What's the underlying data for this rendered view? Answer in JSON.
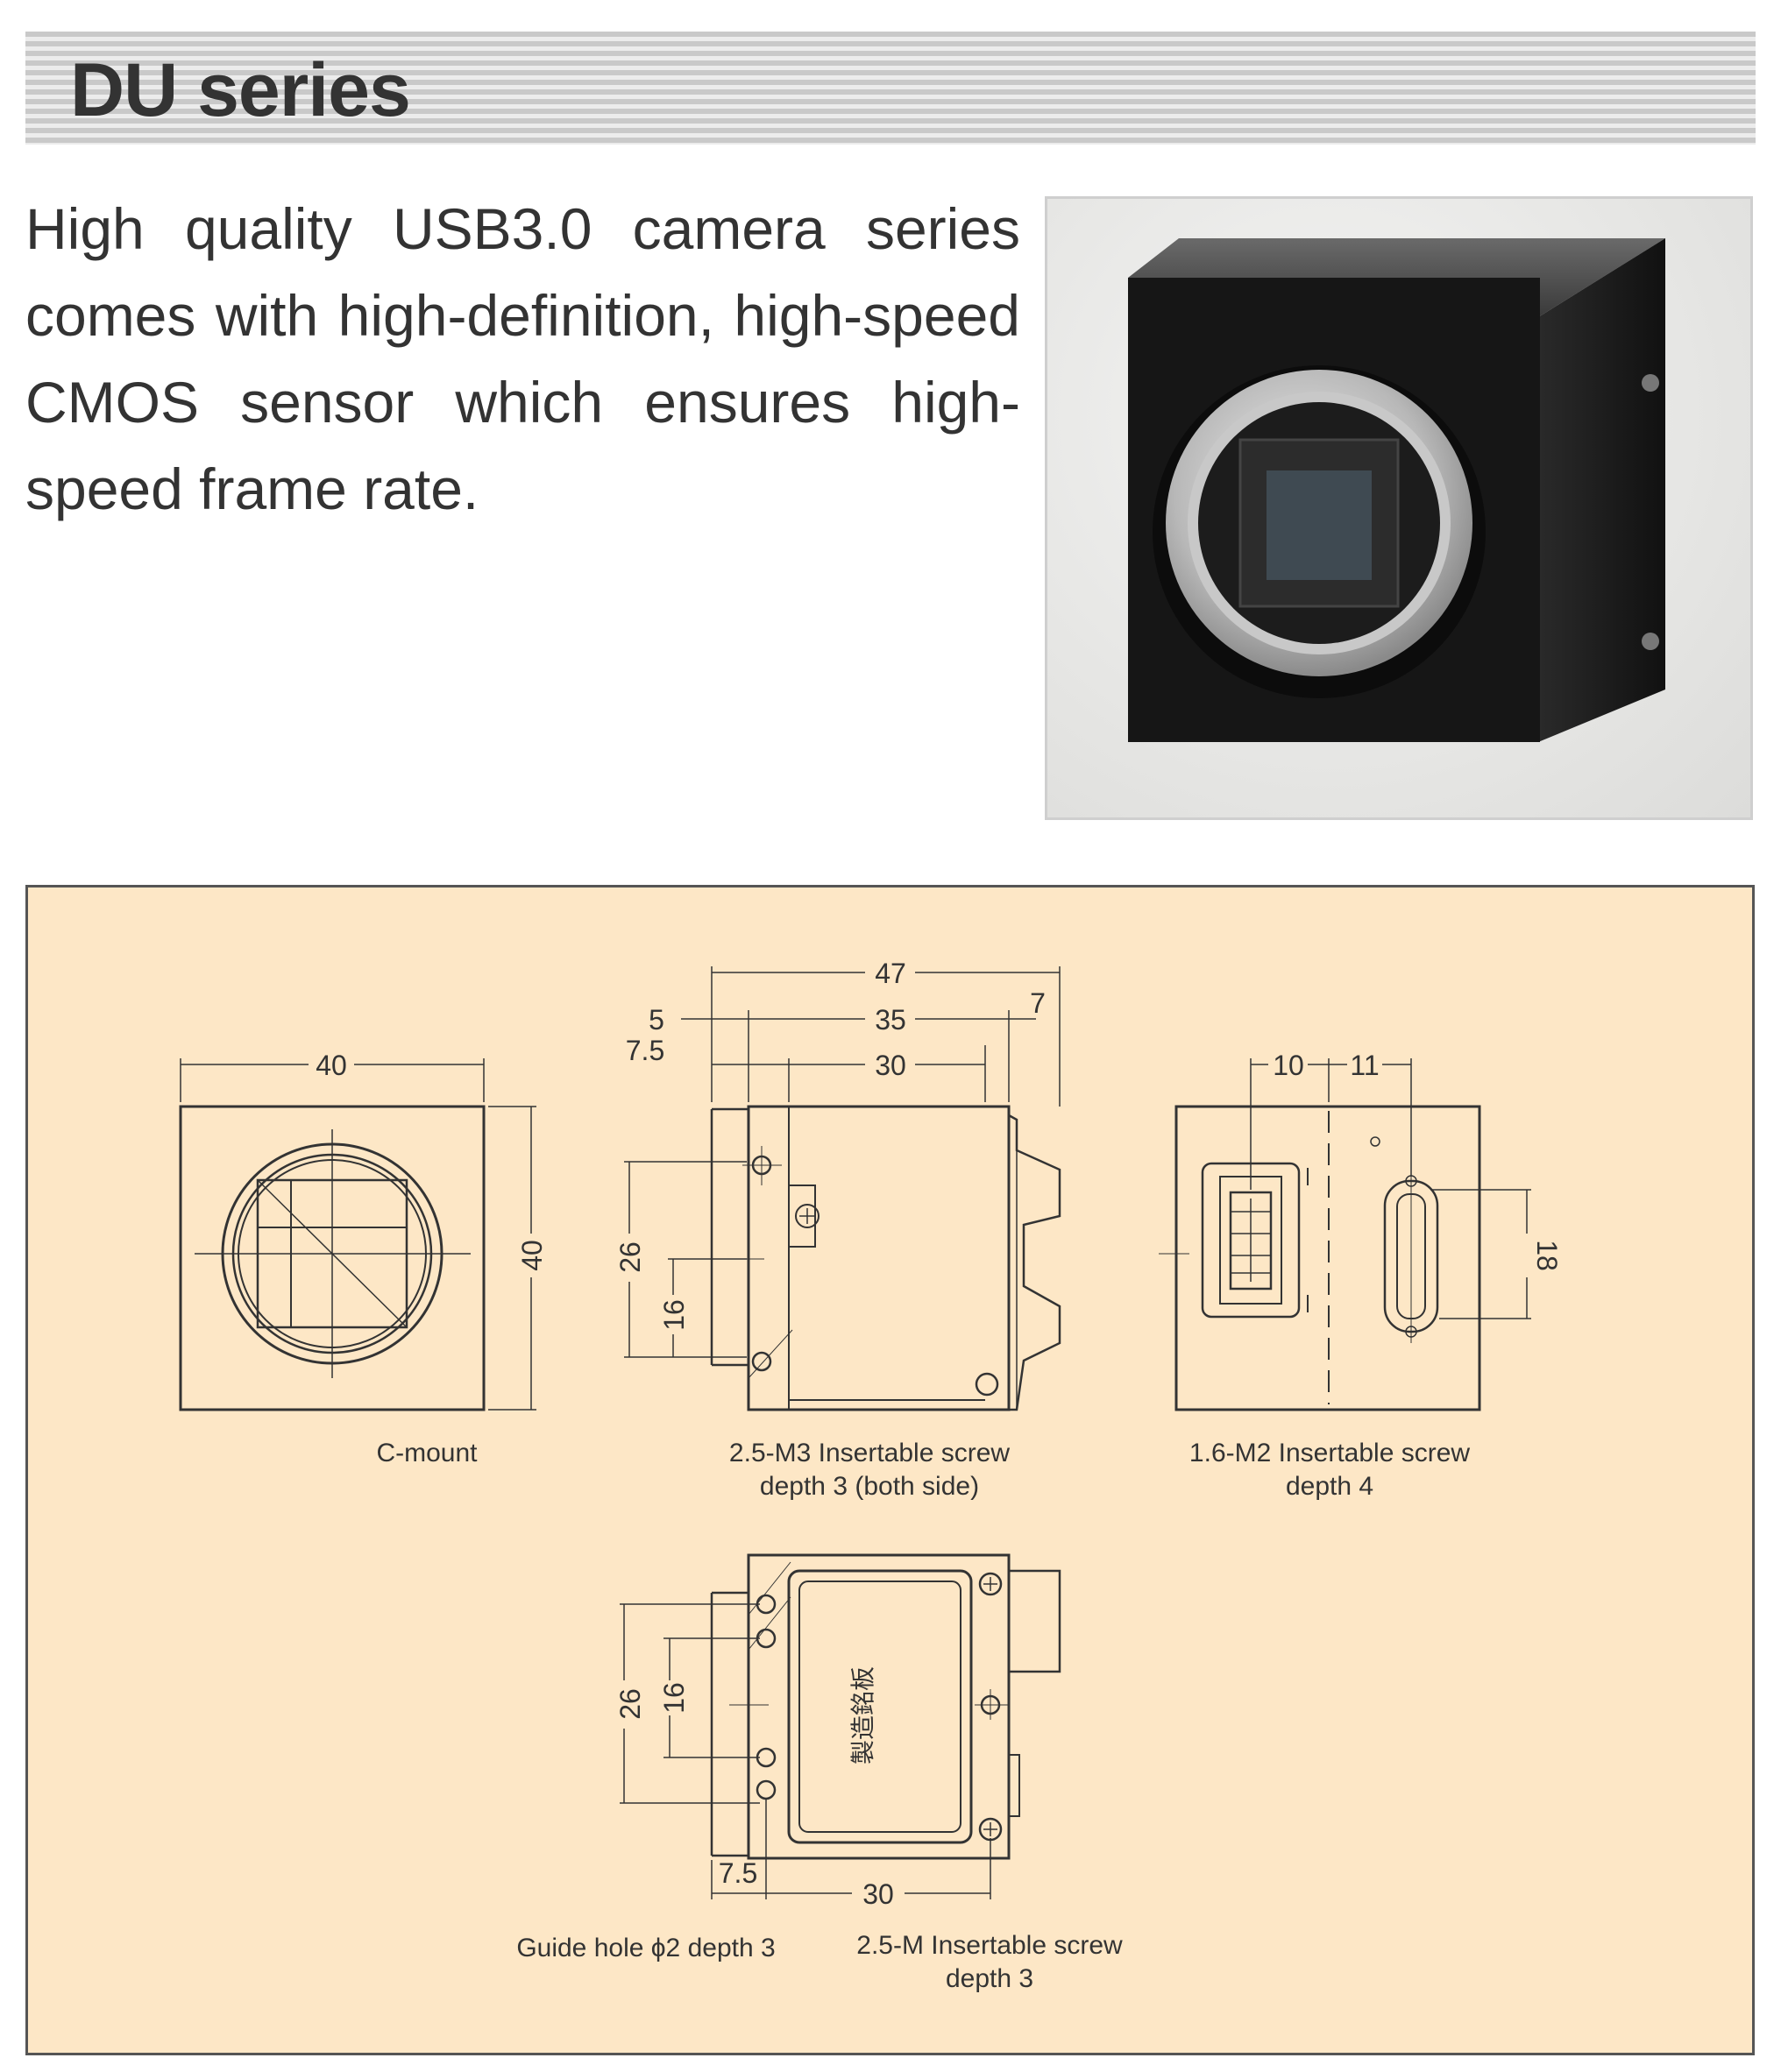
{
  "header": {
    "title": "DU series"
  },
  "intro": {
    "description": "High quality USB3.0 camera series comes with high-definition, high-speed CMOS sensor which ensures high-speed frame rate."
  },
  "photo": {
    "icon": "usb-camera-photo"
  },
  "drawings": {
    "front": {
      "caption": "C-mount",
      "width_dim": "40",
      "height_dim": "40"
    },
    "side": {
      "caption_line1": "2.5-M3 Insertable screw",
      "caption_line2": "depth 3 (both side)",
      "dim_47": "47",
      "dim_35": "35",
      "dim_30": "30",
      "dim_7": "7",
      "dim_5": "5",
      "dim_7_5": "7.5",
      "dim_26": "26",
      "dim_16": "16"
    },
    "rear": {
      "caption_line1": "1.6-M2 Insertable screw",
      "caption_line2": "depth 4",
      "dim_10": "10",
      "dim_11": "11",
      "dim_18": "18"
    },
    "bottom": {
      "dim_26": "26",
      "dim_16": "16",
      "dim_7_5": "7.5",
      "dim_30": "30",
      "caption_left": "Guide hole ϕ2 depth 3",
      "caption_right_line1": "2.5-M Insertable screw",
      "caption_right_line2": "depth 3"
    }
  }
}
